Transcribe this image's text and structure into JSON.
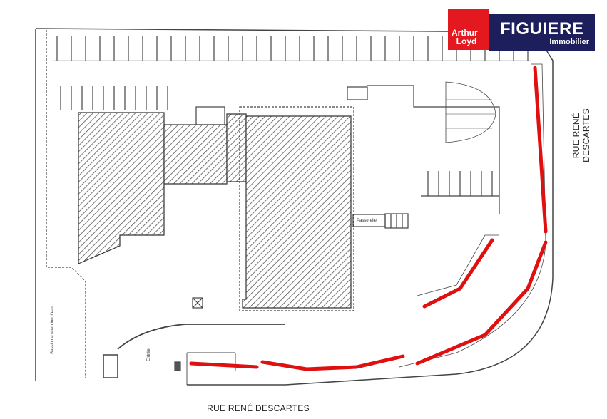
{
  "logo": {
    "left_line1": "Arthur",
    "left_line2": "Loyd",
    "main": "FIGUIERE",
    "sub": "Immobilier",
    "red": "#e3191f",
    "navy": "#1c1f5c"
  },
  "streets": {
    "bottom": "RUE RENÉ DESCARTES",
    "right": "RUE RENÉ DESCARTES"
  },
  "labels": {
    "basin": "Bassin de rétention d'eau",
    "entrance": "Entrée",
    "walkway": "Passerelle"
  },
  "highlight_color": "#e01010"
}
